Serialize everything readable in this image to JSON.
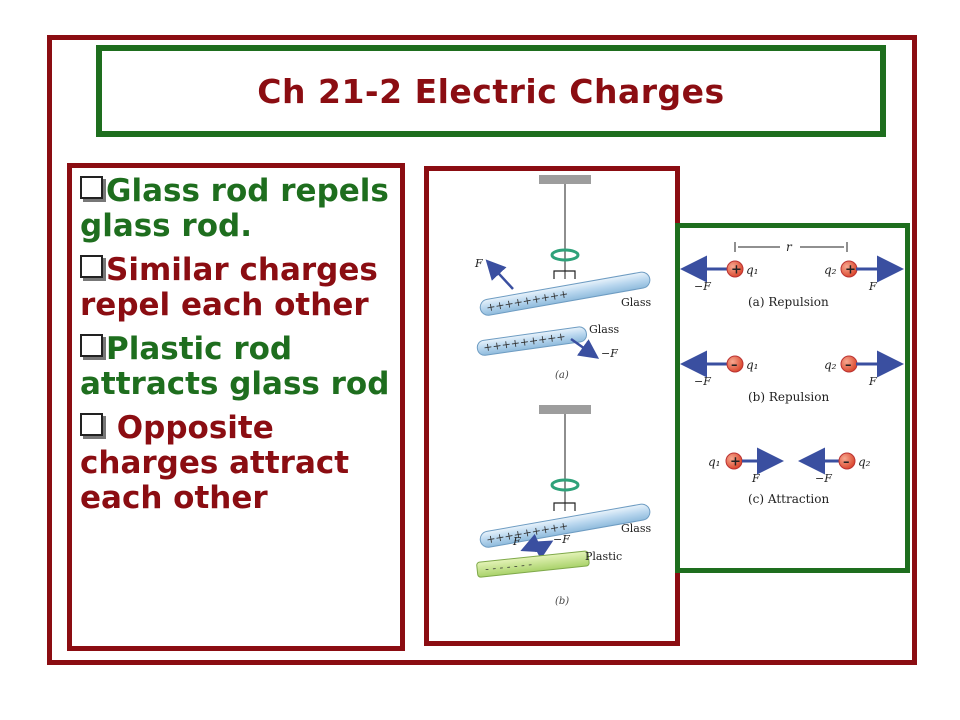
{
  "slide": {
    "title": "Ch 21-2 Electric Charges"
  },
  "bullets": [
    {
      "text": "Glass rod repels glass rod."
    },
    {
      "text": "Similar charges repel each other"
    },
    {
      "text": "Plastic rod attracts glass rod"
    },
    {
      "text": " Opposite charges attract each other"
    }
  ],
  "figure_rods": {
    "a": {
      "upper_label": "Glass",
      "lower_label": "Glass",
      "force_up": "F",
      "force_down": "−F",
      "caption": "(a)"
    },
    "b": {
      "upper_label": "Glass",
      "lower_label": "Plastic",
      "force_left": "F",
      "force_right": "−F",
      "caption": "(b)"
    }
  },
  "figure_charges": {
    "distance_label": "r",
    "row_a": {
      "q1": "q₁",
      "q2": "q₂",
      "f_left": "−F",
      "f_right": "F",
      "caption": "(a) Repulsion"
    },
    "row_b": {
      "q1": "q₁",
      "q2": "q₂",
      "f_left": "−F",
      "f_right": "F",
      "caption": "(b) Repulsion"
    },
    "row_c": {
      "q1": "q₁",
      "q2": "q₂",
      "f_left": "F",
      "f_right": "−F",
      "caption": "(c) Attraction"
    }
  },
  "colors": {
    "maroon": "#8b0d12",
    "green": "#1e6e1e",
    "arrow_blue": "#3a4fa0",
    "charge_red": "#e1543c"
  }
}
